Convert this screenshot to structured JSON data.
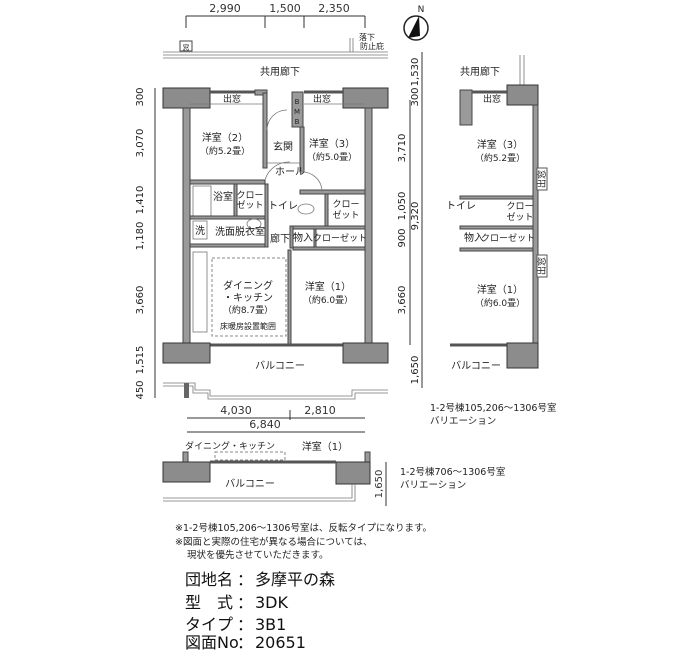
{
  "dimensions": {
    "top": [
      "2,990",
      "1,500",
      "2,350"
    ],
    "left": [
      "300",
      "3,070",
      "1,410",
      "1,180",
      "3,660",
      "1,515",
      "450"
    ],
    "right": [
      "1,530",
      "300",
      "3,710",
      "1,050",
      "9,320",
      "900",
      "3,660",
      "1,650"
    ],
    "bottom": [
      "4,030",
      "2,810",
      "6,840"
    ],
    "small_plan": "1,650"
  },
  "compass": "N",
  "labels": {
    "window_small": "窓",
    "fall_prevention": [
      "落下",
      "防止庇"
    ],
    "common_corridor": "共用廊下",
    "bay_window": "出窓",
    "room2": [
      "洋室（2）",
      "（約5.2畳）"
    ],
    "genkan": "玄関",
    "room3": [
      "洋室（3）",
      "（約5.0畳）"
    ],
    "hall": "ホール",
    "mb": [
      "B",
      "M",
      "B"
    ],
    "bath": "浴室",
    "closet_small": [
      "クロー",
      "ゼット"
    ],
    "toilet": "トイレ",
    "washer": "洗",
    "washroom": "洗面脱衣室",
    "hallway": "廊下",
    "storage": "物入",
    "closet": "クローゼット",
    "dk": [
      "ダイニング",
      "・キッチン",
      "（約8.7畳）"
    ],
    "floor_heating": "床暖房設置範囲",
    "room1": [
      "洋室（1）",
      "（約6.0畳）"
    ],
    "balcony": "バルコニー"
  },
  "variation1": {
    "room3": [
      "洋室（3）",
      "（約5.2畳）"
    ],
    "room1": [
      "洋室（1）",
      "（約6.0畳）"
    ],
    "caption": [
      "1-2号棟105,206〜1306号室",
      "バリエーション"
    ]
  },
  "variation2": {
    "dk": "ダイニング・キッチン",
    "room1": "洋室（1）",
    "caption": [
      "1-2号棟706〜1306号室",
      "バリエーション"
    ]
  },
  "notes": [
    "※1-2号棟105,206〜1306号室は、反転タイプになります。",
    "※図面と実際の住宅が異なる場合については、",
    "現状を優先させていただきます。"
  ],
  "info": [
    {
      "label": "団地名",
      "value": "多摩平の森"
    },
    {
      "label": "型　式",
      "value": "3DK"
    },
    {
      "label": "タイプ",
      "value": "3B1"
    },
    {
      "label": "図面No",
      "value": "20651"
    }
  ]
}
